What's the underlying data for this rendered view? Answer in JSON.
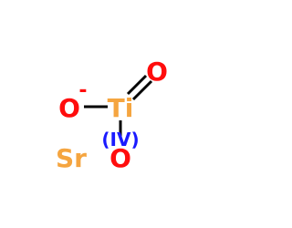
{
  "molecule": {
    "atoms": {
      "ti": "Ti",
      "oxidation_state": "(IV)",
      "o_double": "O",
      "o_single": "O",
      "o_charge": "-",
      "o_bottom": "O",
      "sr": "Sr"
    },
    "colors": {
      "oxygen": "#ff0d0d",
      "titanium": "#f5a540",
      "strontium": "#f5a540",
      "oxidation_state": "#1a1aff",
      "bond": "#000000"
    }
  }
}
